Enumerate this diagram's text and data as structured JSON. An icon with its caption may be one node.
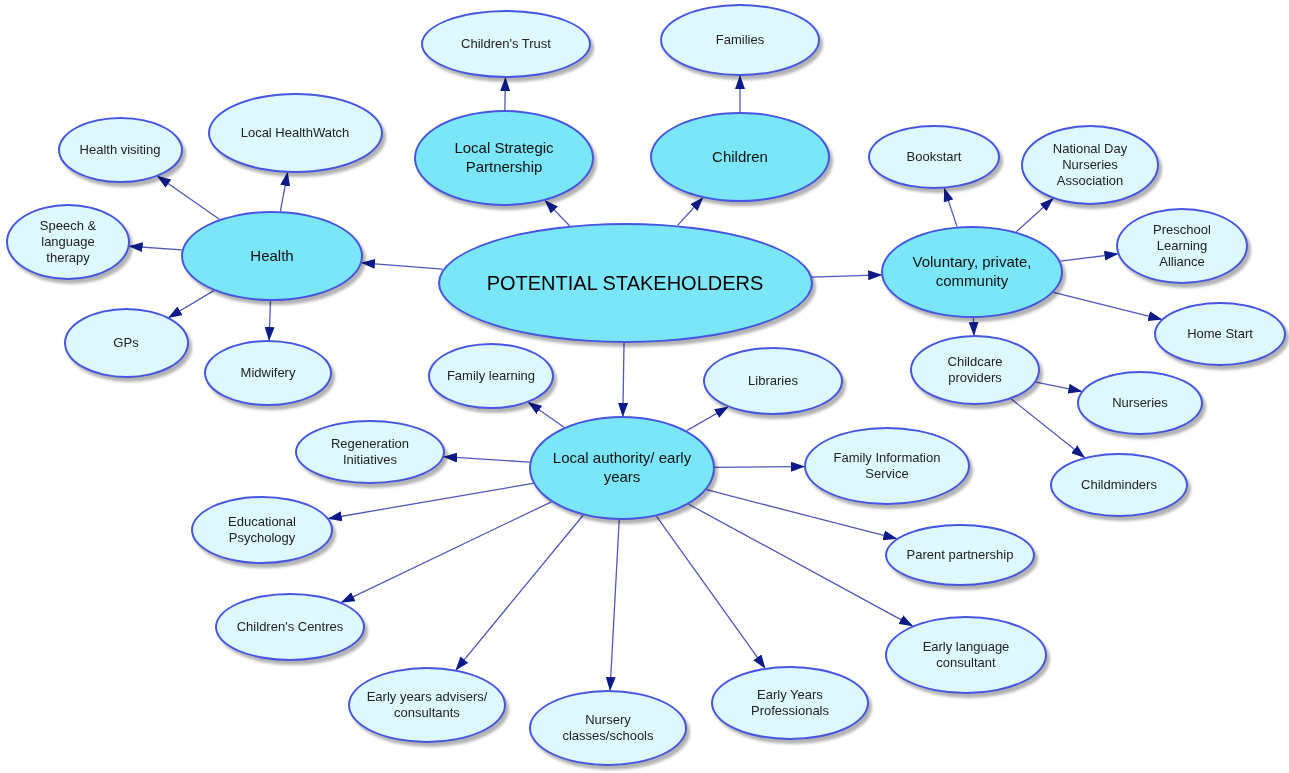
{
  "diagram": {
    "nodes": [
      {
        "text": [
          "POTENTIAL STAKEHOLDERS"
        ]
      },
      {
        "text": [
          "Local Strategic Partnership"
        ]
      },
      {
        "text": [
          "Children"
        ]
      },
      {
        "text": [
          "Children's Trust"
        ]
      },
      {
        "text": [
          "Families"
        ]
      },
      {
        "text": [
          "Health"
        ]
      },
      {
        "text": [
          "Health visiting"
        ]
      },
      {
        "text": [
          "Local HealthWatch"
        ]
      },
      {
        "text": [
          "Speech & language therapy"
        ]
      },
      {
        "text": [
          "GPs"
        ]
      },
      {
        "text": [
          "Midwifery"
        ]
      },
      {
        "text": [
          "Voluntary, private, community"
        ]
      },
      {
        "text": [
          "Bookstart"
        ]
      },
      {
        "text": [
          "National Day Nurseries Association"
        ]
      },
      {
        "text": [
          "Preschool Learning Alliance"
        ]
      },
      {
        "text": [
          "Home Start"
        ]
      },
      {
        "text": [
          "Childcare providers"
        ]
      },
      {
        "text": [
          "Nurseries"
        ]
      },
      {
        "text": [
          "Childminders"
        ]
      },
      {
        "text": [
          "Local authority/ early years"
        ]
      },
      {
        "text": [
          "Family learning"
        ]
      },
      {
        "text": [
          "Libraries"
        ]
      },
      {
        "text": [
          "Regeneration Initiatives"
        ]
      },
      {
        "text": [
          "Educational Psychology"
        ]
      },
      {
        "text": [
          "Family Information Service"
        ]
      },
      {
        "text": [
          "Parent partnership"
        ]
      },
      {
        "text": [
          "Children's Centres"
        ]
      },
      {
        "text": [
          "Early years advisers/ consultants"
        ]
      },
      {
        "text": [
          "Nursery classes/schools"
        ]
      },
      {
        "text": [
          "Early Years Professionals"
        ]
      },
      {
        "text": [
          "Early language consultant"
        ]
      }
    ],
    "edges": [
      {
        "from": 0,
        "to": 1,
        "arrow": "to"
      },
      {
        "from": 0,
        "to": 2,
        "arrow": "to"
      },
      {
        "from": 1,
        "to": 3,
        "arrow": "to"
      },
      {
        "from": 2,
        "to": 4,
        "arrow": "to"
      },
      {
        "from": 0,
        "to": 5,
        "arrow": "to"
      },
      {
        "from": 5,
        "to": 6,
        "arrow": "to"
      },
      {
        "from": 5,
        "to": 7,
        "arrow": "to"
      },
      {
        "from": 5,
        "to": 8,
        "arrow": "to"
      },
      {
        "from": 5,
        "to": 9,
        "arrow": "to"
      },
      {
        "from": 5,
        "to": 10,
        "arrow": "to"
      },
      {
        "from": 0,
        "to": 11,
        "arrow": "to"
      },
      {
        "from": 11,
        "to": 12,
        "arrow": "to"
      },
      {
        "from": 11,
        "to": 13,
        "arrow": "to"
      },
      {
        "from": 11,
        "to": 14,
        "arrow": "to"
      },
      {
        "from": 11,
        "to": 15,
        "arrow": "to"
      },
      {
        "from": 11,
        "to": 16,
        "arrow": "to"
      },
      {
        "from": 16,
        "to": 17,
        "arrow": "to"
      },
      {
        "from": 16,
        "to": 18,
        "arrow": "to"
      },
      {
        "from": 0,
        "to": 19,
        "arrow": "to"
      },
      {
        "from": 19,
        "to": 20,
        "arrow": "to"
      },
      {
        "from": 19,
        "to": 21,
        "arrow": "to"
      },
      {
        "from": 19,
        "to": 22,
        "arrow": "to"
      },
      {
        "from": 19,
        "to": 23,
        "arrow": "to"
      },
      {
        "from": 19,
        "to": 24,
        "arrow": "to"
      },
      {
        "from": 19,
        "to": 25,
        "arrow": "to"
      },
      {
        "from": 19,
        "to": 26,
        "arrow": "to"
      },
      {
        "from": 19,
        "to": 27,
        "arrow": "to"
      },
      {
        "from": 19,
        "to": 28,
        "arrow": "to"
      },
      {
        "from": 19,
        "to": 29,
        "arrow": "to"
      },
      {
        "from": 19,
        "to": 30,
        "arrow": "to"
      }
    ]
  }
}
